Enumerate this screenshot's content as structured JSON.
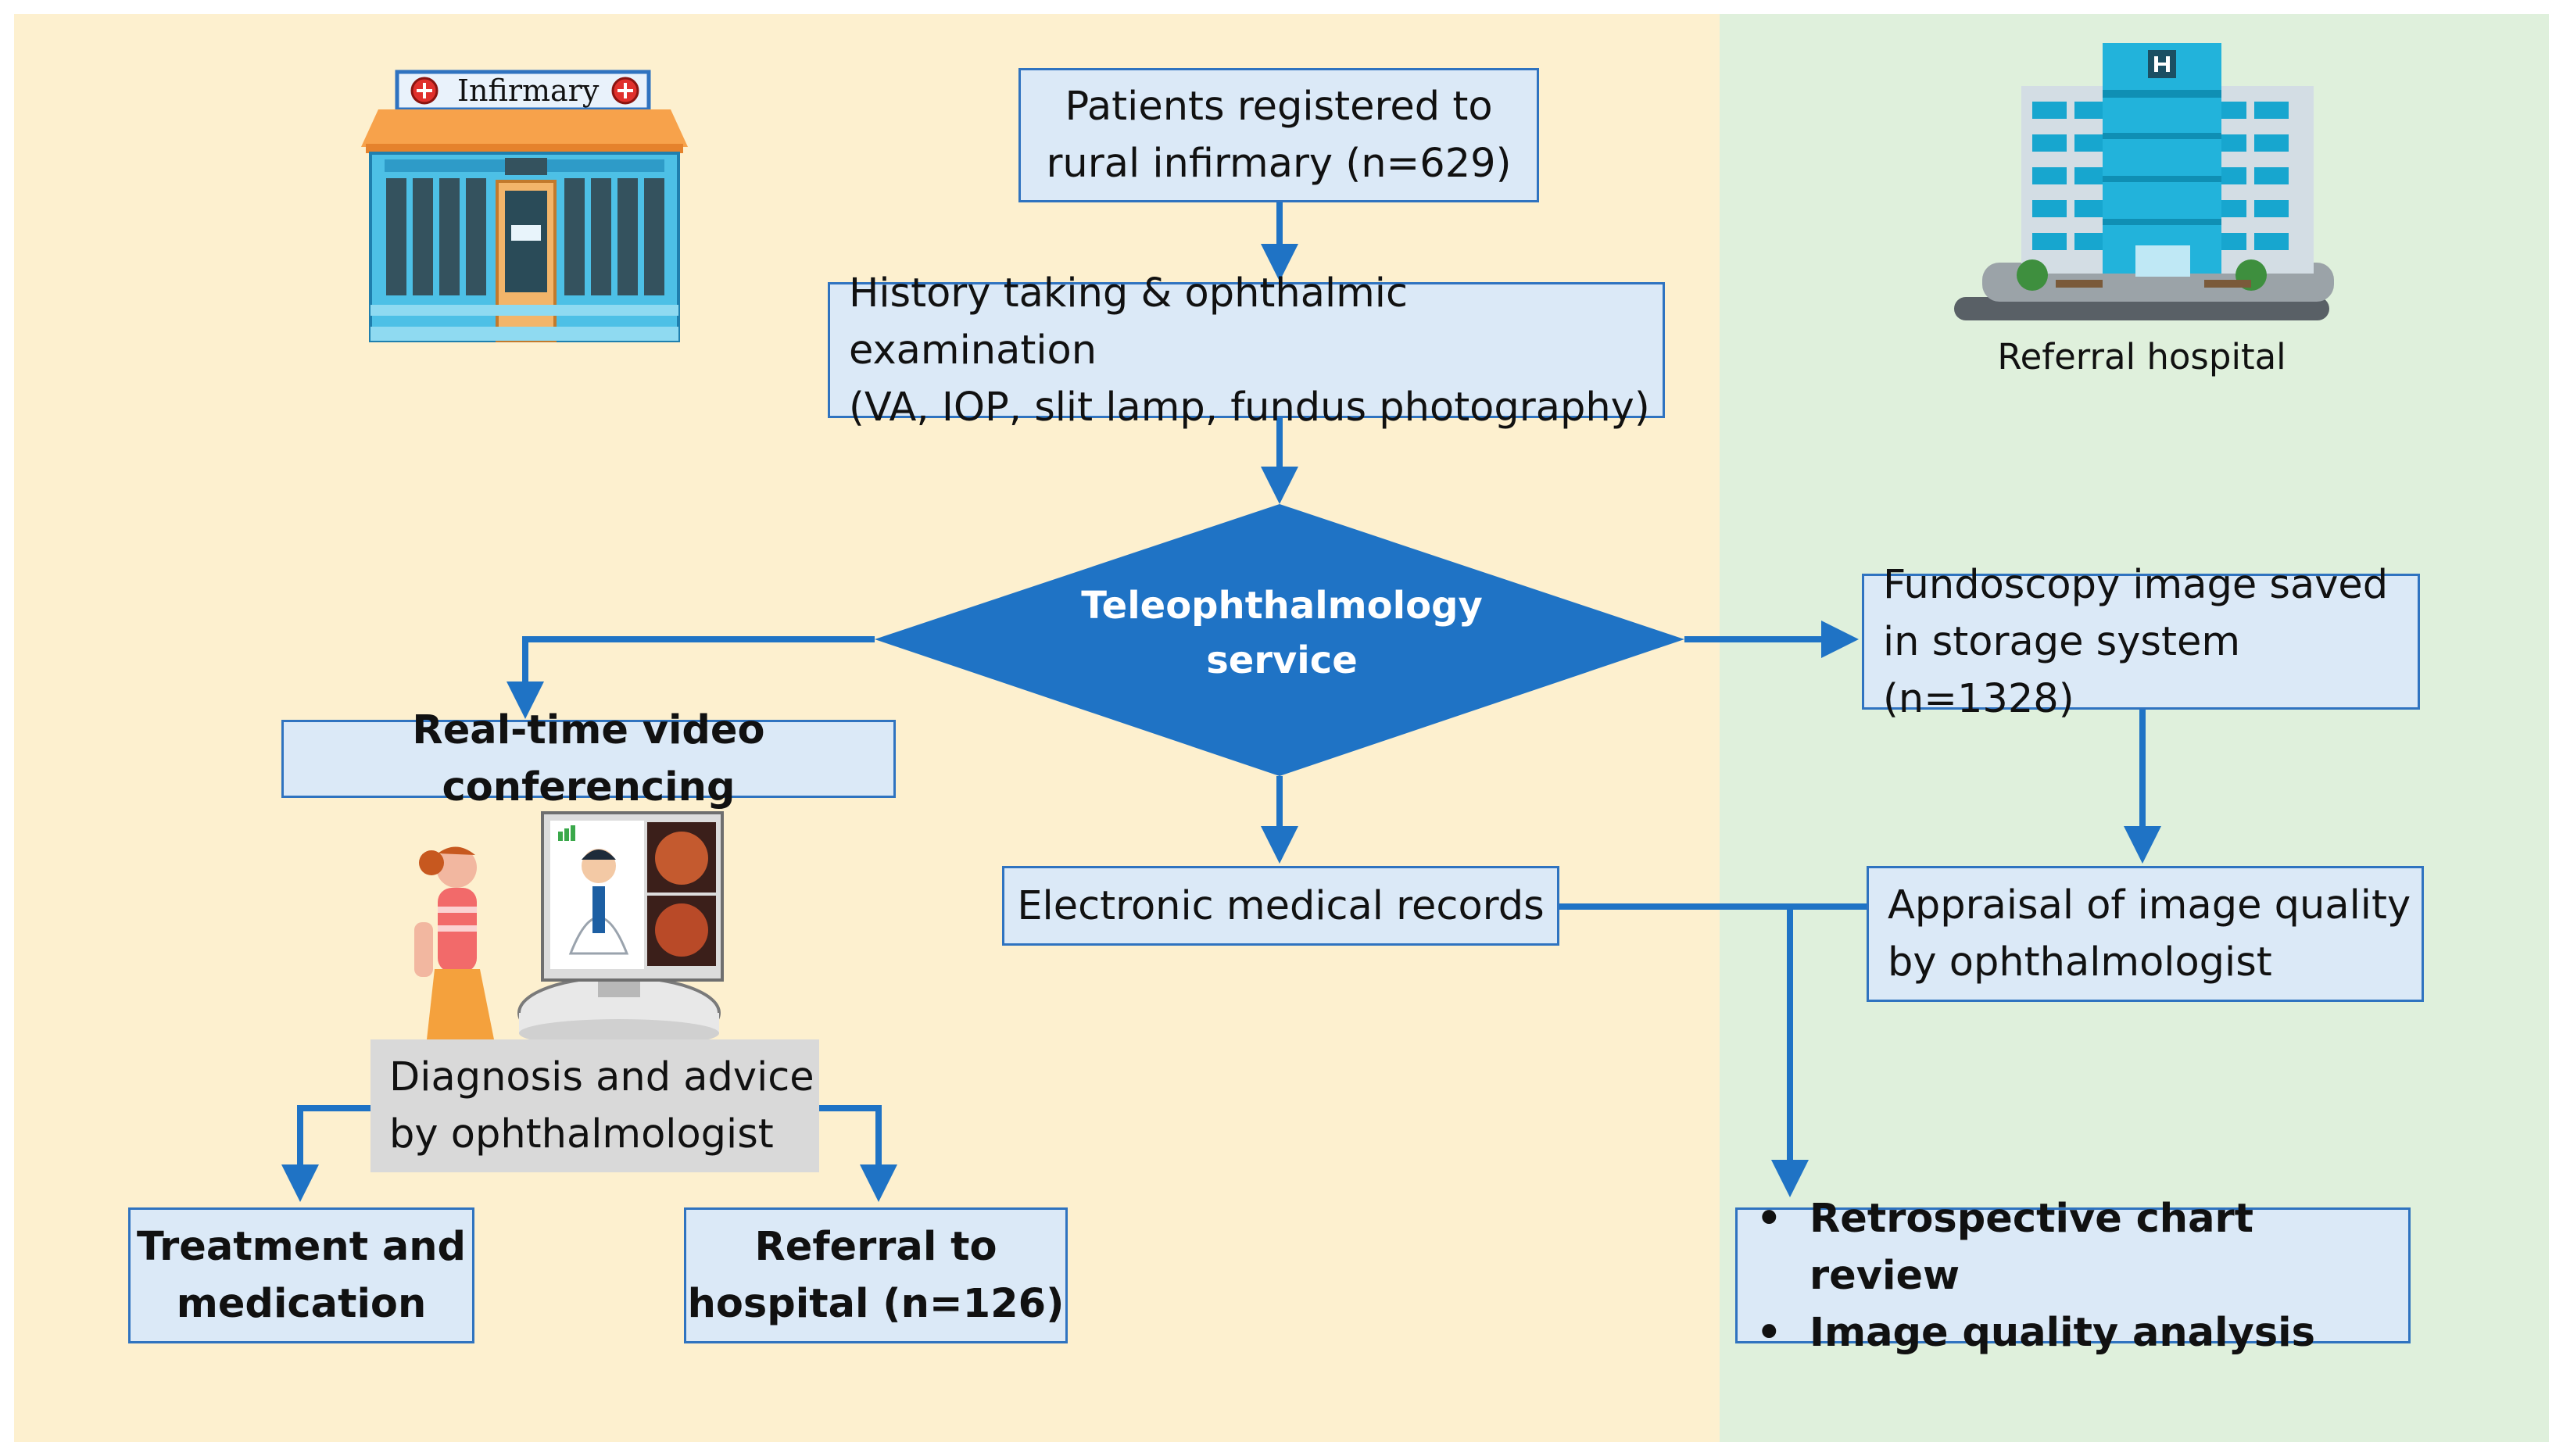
{
  "colors": {
    "left_panel": "#fdf0cf",
    "right_panel": "#dff0dc",
    "box_fill": "#dbe9f7",
    "accent_blue": "#1f73c5",
    "diagnosis_fill": "#d9d9d9"
  },
  "icons": {
    "infirmary": "infirmary-building-icon",
    "hospital": "hospital-building-icon",
    "video_call": "video-consultation-icon"
  },
  "infirmary_sign": "Infirmary",
  "hospital_label": "Referral hospital",
  "nodes": {
    "patients": [
      "Patients registered to",
      "rural infirmary (n=629)"
    ],
    "history": [
      "History taking & ophthalmic examination",
      "(VA, IOP, slit lamp, fundus photography)"
    ],
    "teleophthalmology": [
      "Teleophthalmology",
      "service"
    ],
    "video": "Real-time video conferencing",
    "emr": "Electronic medical records",
    "fundoscopy": [
      "Fundoscopy image saved",
      "in storage system (n=1328)"
    ],
    "appraisal": [
      "Appraisal of image quality",
      "by ophthalmologist"
    ],
    "diagnosis": [
      "Diagnosis and advice",
      "by ophthalmologist"
    ],
    "treatment": [
      "Treatment and",
      "medication"
    ],
    "referral": [
      "Referral to",
      "hospital (n=126)"
    ],
    "outcomes": [
      "Retrospective chart review",
      "Image quality analysis"
    ]
  }
}
